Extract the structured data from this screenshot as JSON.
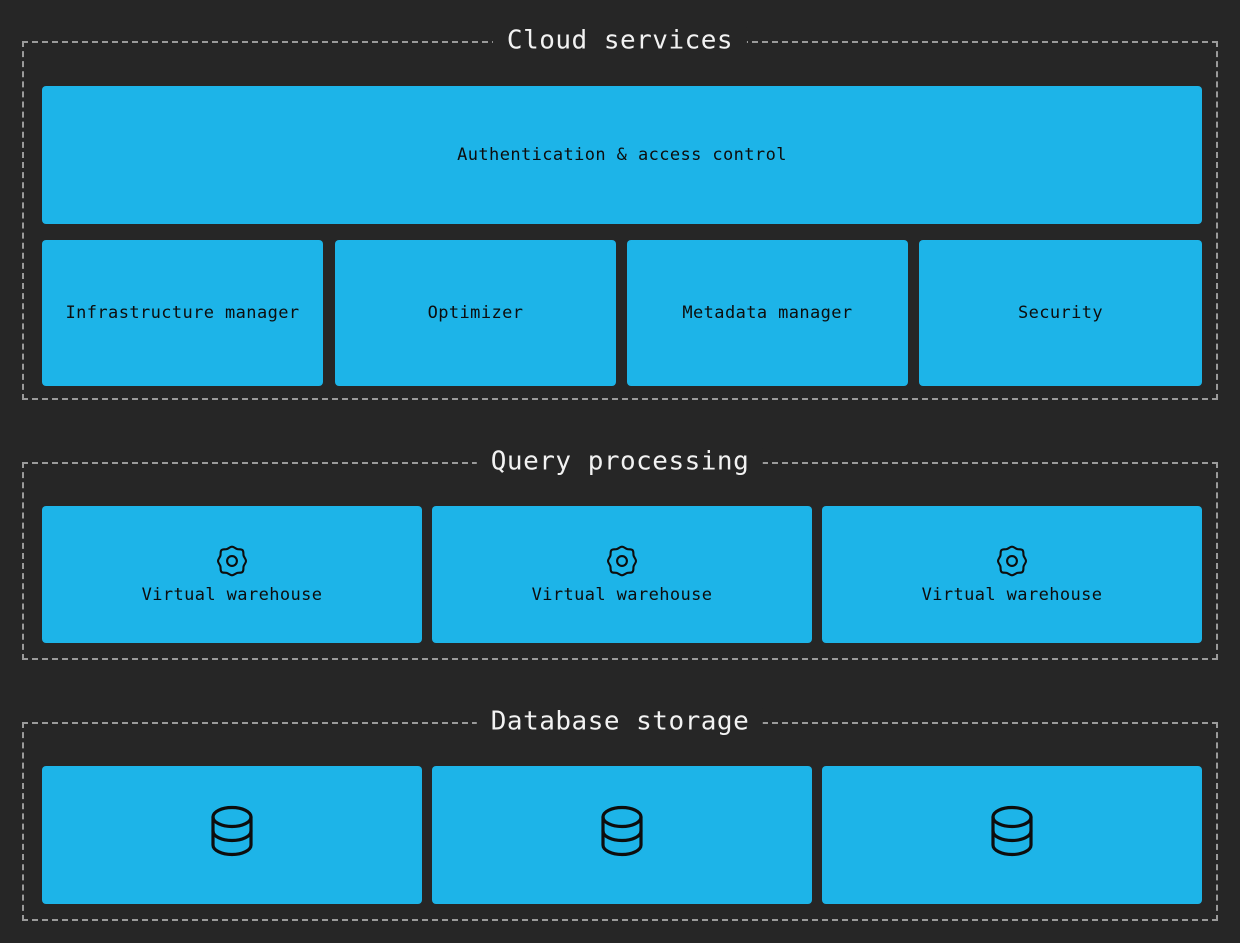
{
  "canvas": {
    "background_color": "#262626",
    "node_color": "#1db4e8",
    "node_text_color": "#0d0d0d",
    "group_border_color": "#9a9a9a",
    "group_title_color": "#f2f2f2"
  },
  "groups": [
    {
      "id": "cloud-services",
      "title": "Cloud services",
      "nodes": [
        {
          "id": "auth",
          "label": "Authentication & access control",
          "icon": ""
        },
        {
          "id": "infrastructure",
          "label": "Infrastructure manager",
          "icon": ""
        },
        {
          "id": "optimizer",
          "label": "Optimizer",
          "icon": ""
        },
        {
          "id": "metadata",
          "label": "Metadata manager",
          "icon": ""
        },
        {
          "id": "security",
          "label": "Security",
          "icon": ""
        }
      ]
    },
    {
      "id": "query-processing",
      "title": "Query processing",
      "nodes": [
        {
          "id": "vw-1",
          "label": "Virtual warehouse",
          "icon": "gear-icon"
        },
        {
          "id": "vw-2",
          "label": "Virtual warehouse",
          "icon": "gear-icon"
        },
        {
          "id": "vw-3",
          "label": "Virtual warehouse",
          "icon": "gear-icon"
        }
      ]
    },
    {
      "id": "database-storage",
      "title": "Database storage",
      "nodes": [
        {
          "id": "db-1",
          "label": "",
          "icon": "database-icon"
        },
        {
          "id": "db-2",
          "label": "",
          "icon": "database-icon"
        },
        {
          "id": "db-3",
          "label": "",
          "icon": "database-icon"
        }
      ]
    }
  ]
}
